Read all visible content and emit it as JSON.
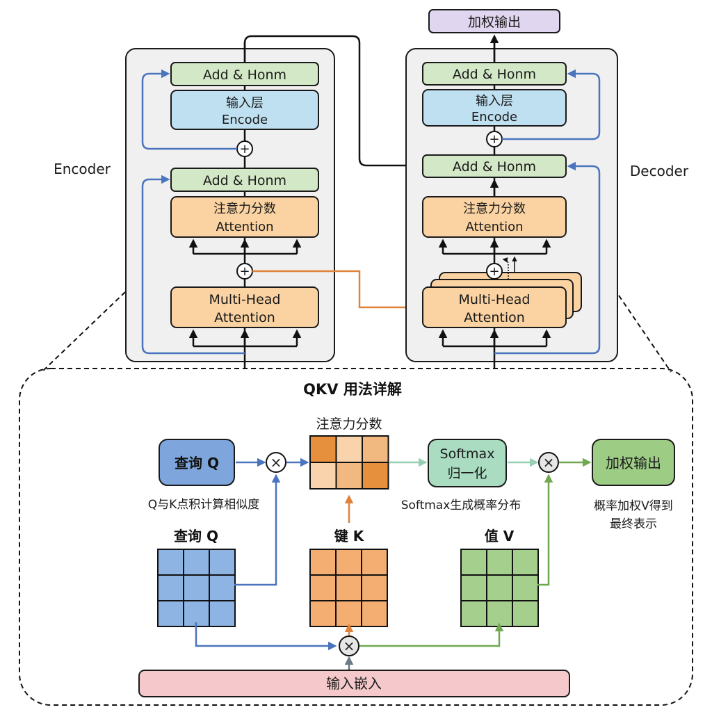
{
  "title": "QKV 用法详解",
  "encoder": {
    "label": "Encoder",
    "add_norm_top": "Add & Honm",
    "input_layer": {
      "line1": "输入层",
      "line2": "Encode"
    },
    "add_norm_mid": "Add & Honm",
    "attention_scores": {
      "line1": "注意力分数",
      "line2": "Attention"
    },
    "multi_head": {
      "line1": "Multi-Head",
      "line2": "Attention"
    }
  },
  "decoder": {
    "label": "Decoder",
    "output": "加权输出",
    "add_norm_top": "Add & Honm",
    "input_layer": {
      "line1": "输入层",
      "line2": "Encode"
    },
    "add_norm_mid": "Add & Honm",
    "attention_scores": {
      "line1": "注意力分数",
      "line2": "Attention"
    },
    "multi_head": {
      "line1": "Multi-Head",
      "line2": "Attention"
    }
  },
  "qkv": {
    "query_box": "查询 Q",
    "query_caption": "Q与K点积计算相似度",
    "score_label": "注意力分数",
    "score_matrix": [
      [
        0.9,
        0.15,
        0.45
      ],
      [
        0.15,
        0.45,
        0.9
      ]
    ],
    "softmax": {
      "line1": "Softmax",
      "line2": "归一化"
    },
    "softmax_caption": "Softmax生成概率分布",
    "output_box": "加权输出",
    "output_caption": {
      "line1": "概率加权V得到",
      "line2": "最终表示"
    },
    "matrix_q_label": "查询 Q",
    "matrix_k_label": "键 K",
    "matrix_v_label": "值 V",
    "input_embedding": "输入嵌入"
  },
  "colors": {
    "residual_blue": "#4a74bd",
    "cross_orange": "#e0823a",
    "value_green": "#6fa84f",
    "q_matrix": "#8eb4e3",
    "k_matrix": "#f4ae72",
    "v_matrix": "#a4cf8d",
    "score_high": "#e3872f",
    "score_mid": "#f2b97f",
    "score_low": "#fde0c2"
  }
}
